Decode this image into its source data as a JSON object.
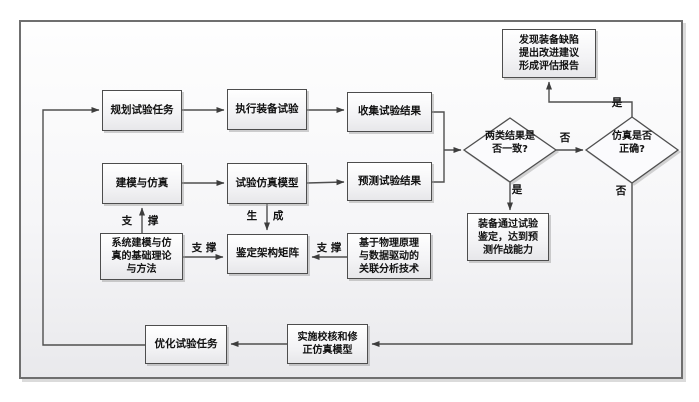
{
  "flowchart": {
    "nodes": {
      "plan": {
        "label": "规划试验任务"
      },
      "execute": {
        "label": "执行装备试验"
      },
      "collect": {
        "label": "收集试验结果"
      },
      "modeling": {
        "label": "建模与仿真"
      },
      "sim_model": {
        "label": "试验仿真模型"
      },
      "predict": {
        "label": "预测试验结果"
      },
      "defect_report": {
        "label": "发现装备缺陷\n提出改进建议\n形成评估报告"
      },
      "pass_qual": {
        "label": "装备通过试验\n鉴定，达到预\n测作战能力"
      },
      "theory": {
        "label": "系统建模与仿\n真的基础理论\n与方法"
      },
      "matrix": {
        "label": "鉴定架构矩阵"
      },
      "correlation": {
        "label": "基于物理原理\n与数据驱动的\n关联分析技术"
      },
      "optimize": {
        "label": "优化试验任务"
      },
      "revise": {
        "label": "实施校核和修\n正仿真模型"
      }
    },
    "decisions": {
      "results_consistent": {
        "label": "两类结果是\n否一致?"
      },
      "simulation_correct": {
        "label": "仿真是否\n正确?"
      }
    },
    "edge_labels": {
      "no_between_decisions": "否",
      "yes_below_decision1": "是",
      "yes_above_decision2": "是",
      "no_below_decision2": "否",
      "support_up": "支 撑",
      "support_right": "支 撑",
      "support_left": "支 撑",
      "generate": "生 成"
    },
    "colors": {
      "line": "#4f4f4f",
      "box_border": "#4d4d4d",
      "frame_border": "#6f6f6f"
    }
  }
}
